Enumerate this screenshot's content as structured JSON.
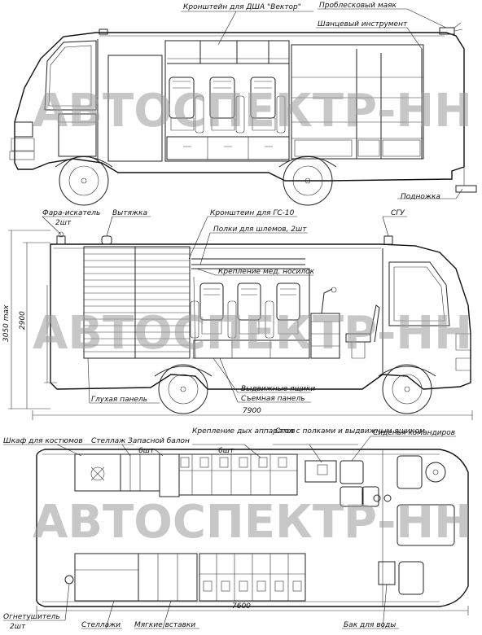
{
  "watermark": "АВТОСПЕКТР-НН",
  "view1": {
    "labels": {
      "bracket_dsha": "Кронштейн для ДША \"Вектор\"",
      "beacon": "Проблесковый маяк",
      "tools": "Шанцевый инструмент",
      "step": "Подножка"
    }
  },
  "view2": {
    "labels": {
      "searchlight": "Фара-искатель",
      "searchlight_qty": "2шт",
      "exhaust": "Вытяжка",
      "bracket_gs10": "Кронштеин для ГС-10",
      "helmet_shelves": "Полки для шлемов, 2шт",
      "sgu": "СГУ",
      "stretcher_mount": "Крепление мед. носилок",
      "blind_panel": "Глухая панель",
      "drawers": "Выдвижные ящики",
      "removable_panel": "Съемная панель"
    },
    "dims": {
      "height_max": "3050 max",
      "height": "2900",
      "length": "7900"
    }
  },
  "view3": {
    "labels": {
      "wardrobe": "Шкаф для костюмов",
      "rack": "Стеллаж",
      "spare_cylinder": "Запасной балон",
      "spare_cylinder_qty": "6шт",
      "breathing_mount": "Крепление дых аппаратов",
      "breathing_mount_qty": "6шт",
      "table": "Стол с полками и выдвижным ящиком",
      "commander_seats": "Сиденья командиров",
      "extinguisher": "Огнетушитель",
      "extinguisher_qty": "2шт",
      "racks": "Стеллажи",
      "soft_inserts": "Мягкие вставки",
      "water_tank": "Бак для воды"
    },
    "dims": {
      "length": "7600"
    }
  }
}
